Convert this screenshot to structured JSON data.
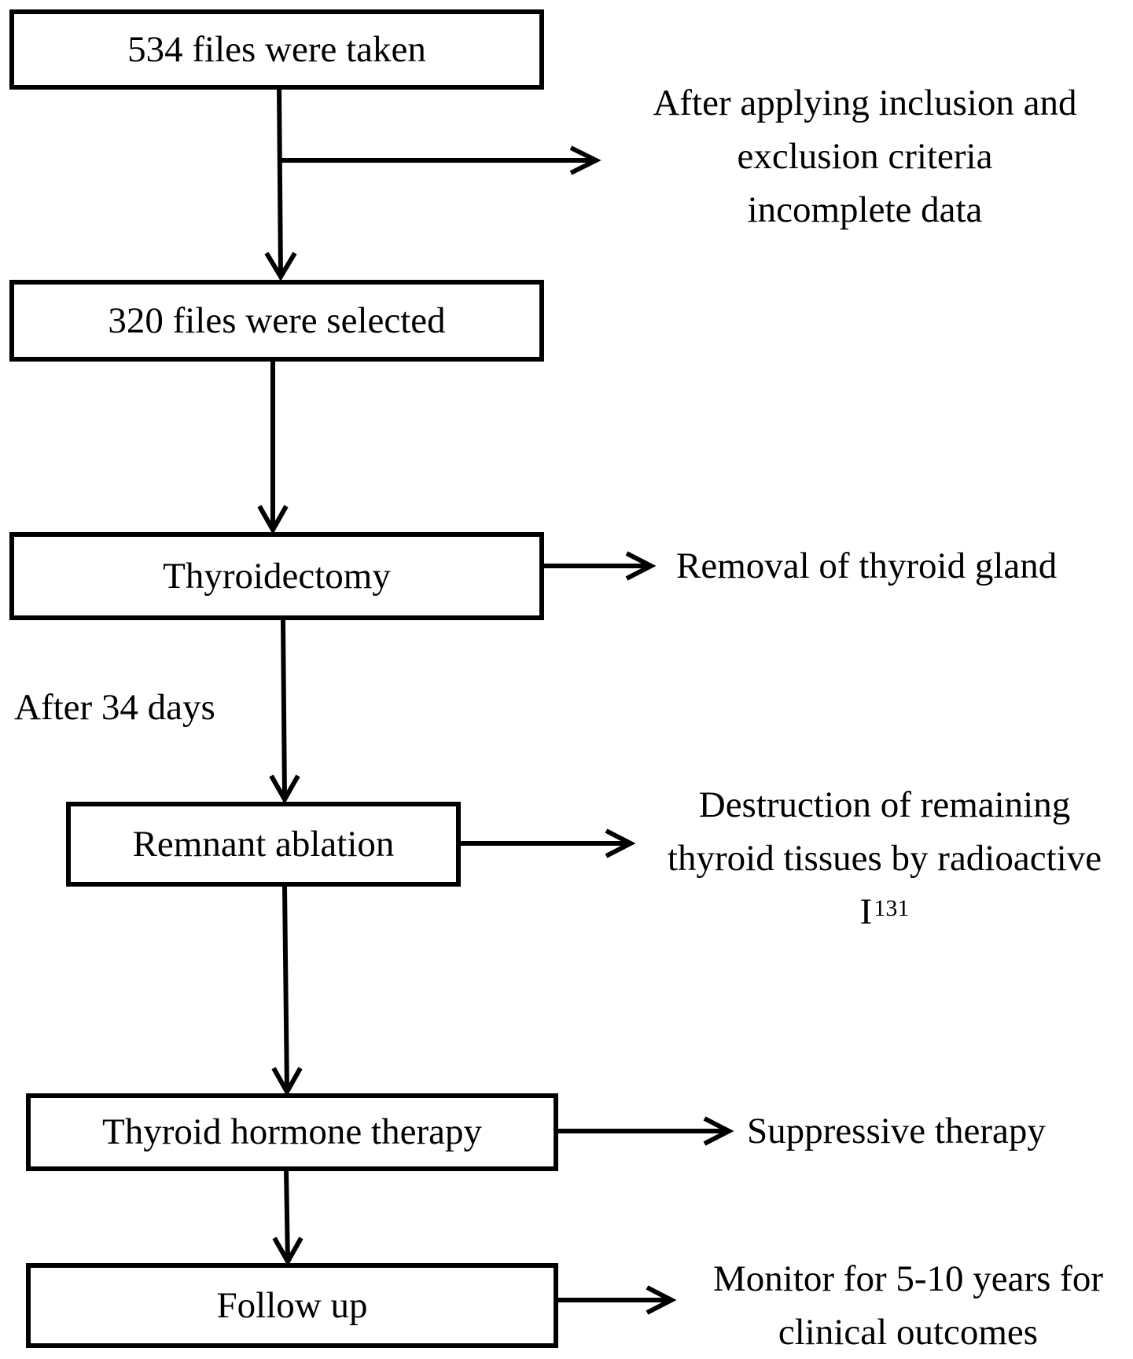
{
  "boxes": {
    "files_taken": "534  files were taken",
    "files_selected": "320 files were selected",
    "thyroidectomy": "Thyroidectomy",
    "remnant_ablation": "Remnant  ablation",
    "hormone_therapy": "Thyroid  hormone therapy",
    "follow_up": "Follow up"
  },
  "notes": {
    "exclusion": [
      "After applying inclusion and",
      "exclusion criteria",
      "incomplete data"
    ],
    "removal": "Removal of thyroid gland",
    "interval": "After 34 days",
    "destruction": [
      "Destruction of remaining",
      "thyroid tissues by radioactive"
    ],
    "isotope_symbol": "I",
    "isotope_mass": "131",
    "suppressive": "Suppressive therapy",
    "monitor": [
      "Monitor for 5-10  years for",
      "clinical outcomes"
    ]
  },
  "style": {
    "line_color": "#000000",
    "box_border_color": "#000000",
    "background": "#ffffff"
  }
}
